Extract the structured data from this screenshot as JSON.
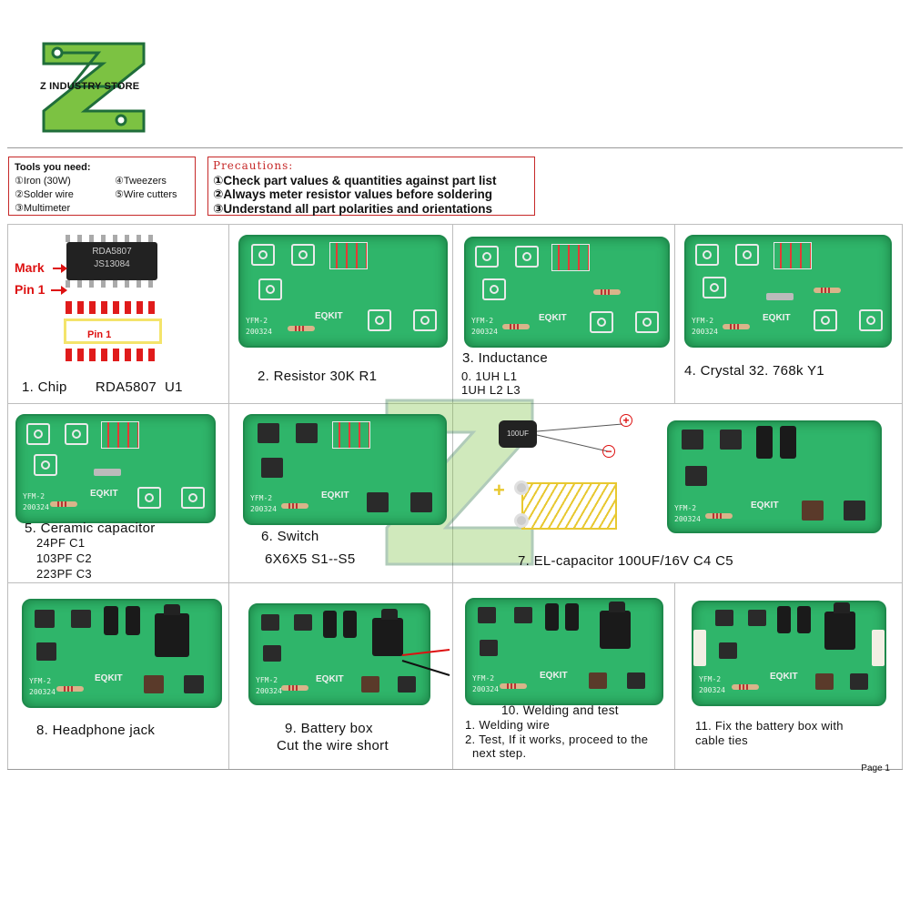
{
  "logo": {
    "text": "Z INDUSTRY STORE",
    "colors": {
      "green": "#7cc242",
      "dark": "#1f6d3a"
    }
  },
  "tools": {
    "title": "Tools you need:",
    "items": [
      "①Iron (30W)",
      "④Tweezers",
      "②Solder wire",
      "⑤Wire cutters",
      "③Multimeter"
    ]
  },
  "precautions": {
    "title": "Precautions:",
    "items": [
      "①Check part values & quantities against part list",
      "②Always meter resistor values before soldering",
      "③Understand all part polarities and orientations"
    ]
  },
  "steps": {
    "s1": {
      "label": "1. Chip",
      "part": "RDA5807",
      "ref": "U1",
      "mark": "Mark",
      "pin1": "Pin 1",
      "pin1_pad": "Pin 1",
      "chip_text1": "RDA5807",
      "chip_text2": "JS13084"
    },
    "s2": {
      "label": "2. Resistor  30K  R1"
    },
    "s3": {
      "label": "3. Inductance",
      "line1": "0. 1UH   L1",
      "line2": "1UH      L2 L3"
    },
    "s4": {
      "label": "4. Crystal   32. 768k   Y1"
    },
    "s5": {
      "label": "5. Ceramic capacitor",
      "line1": "24PF   C1",
      "line2": "103PF  C2",
      "line3": "223PF  C3"
    },
    "s6": {
      "label": "6. Switch",
      "line1": "6X6X5   S1--S5"
    },
    "s7": {
      "label": "7. EL-capacitor   100UF/16V   C4  C5",
      "plus": "+",
      "minus": "−"
    },
    "s8": {
      "label": "8. Headphone jack"
    },
    "s9": {
      "label": "9. Battery box",
      "line1": "Cut the wire short"
    },
    "s10": {
      "label": "10. Welding and test",
      "line1": "1. Welding wire",
      "line2": "2. Test, If it works, proceed to the",
      "line3": "next step."
    },
    "s11": {
      "label": "11. Fix the battery box with",
      "line1": "cable ties"
    }
  },
  "pcb": {
    "brand": "EQKIT",
    "model": "YFM-2",
    "date": "200324"
  },
  "footer": {
    "page": "Page 1"
  }
}
